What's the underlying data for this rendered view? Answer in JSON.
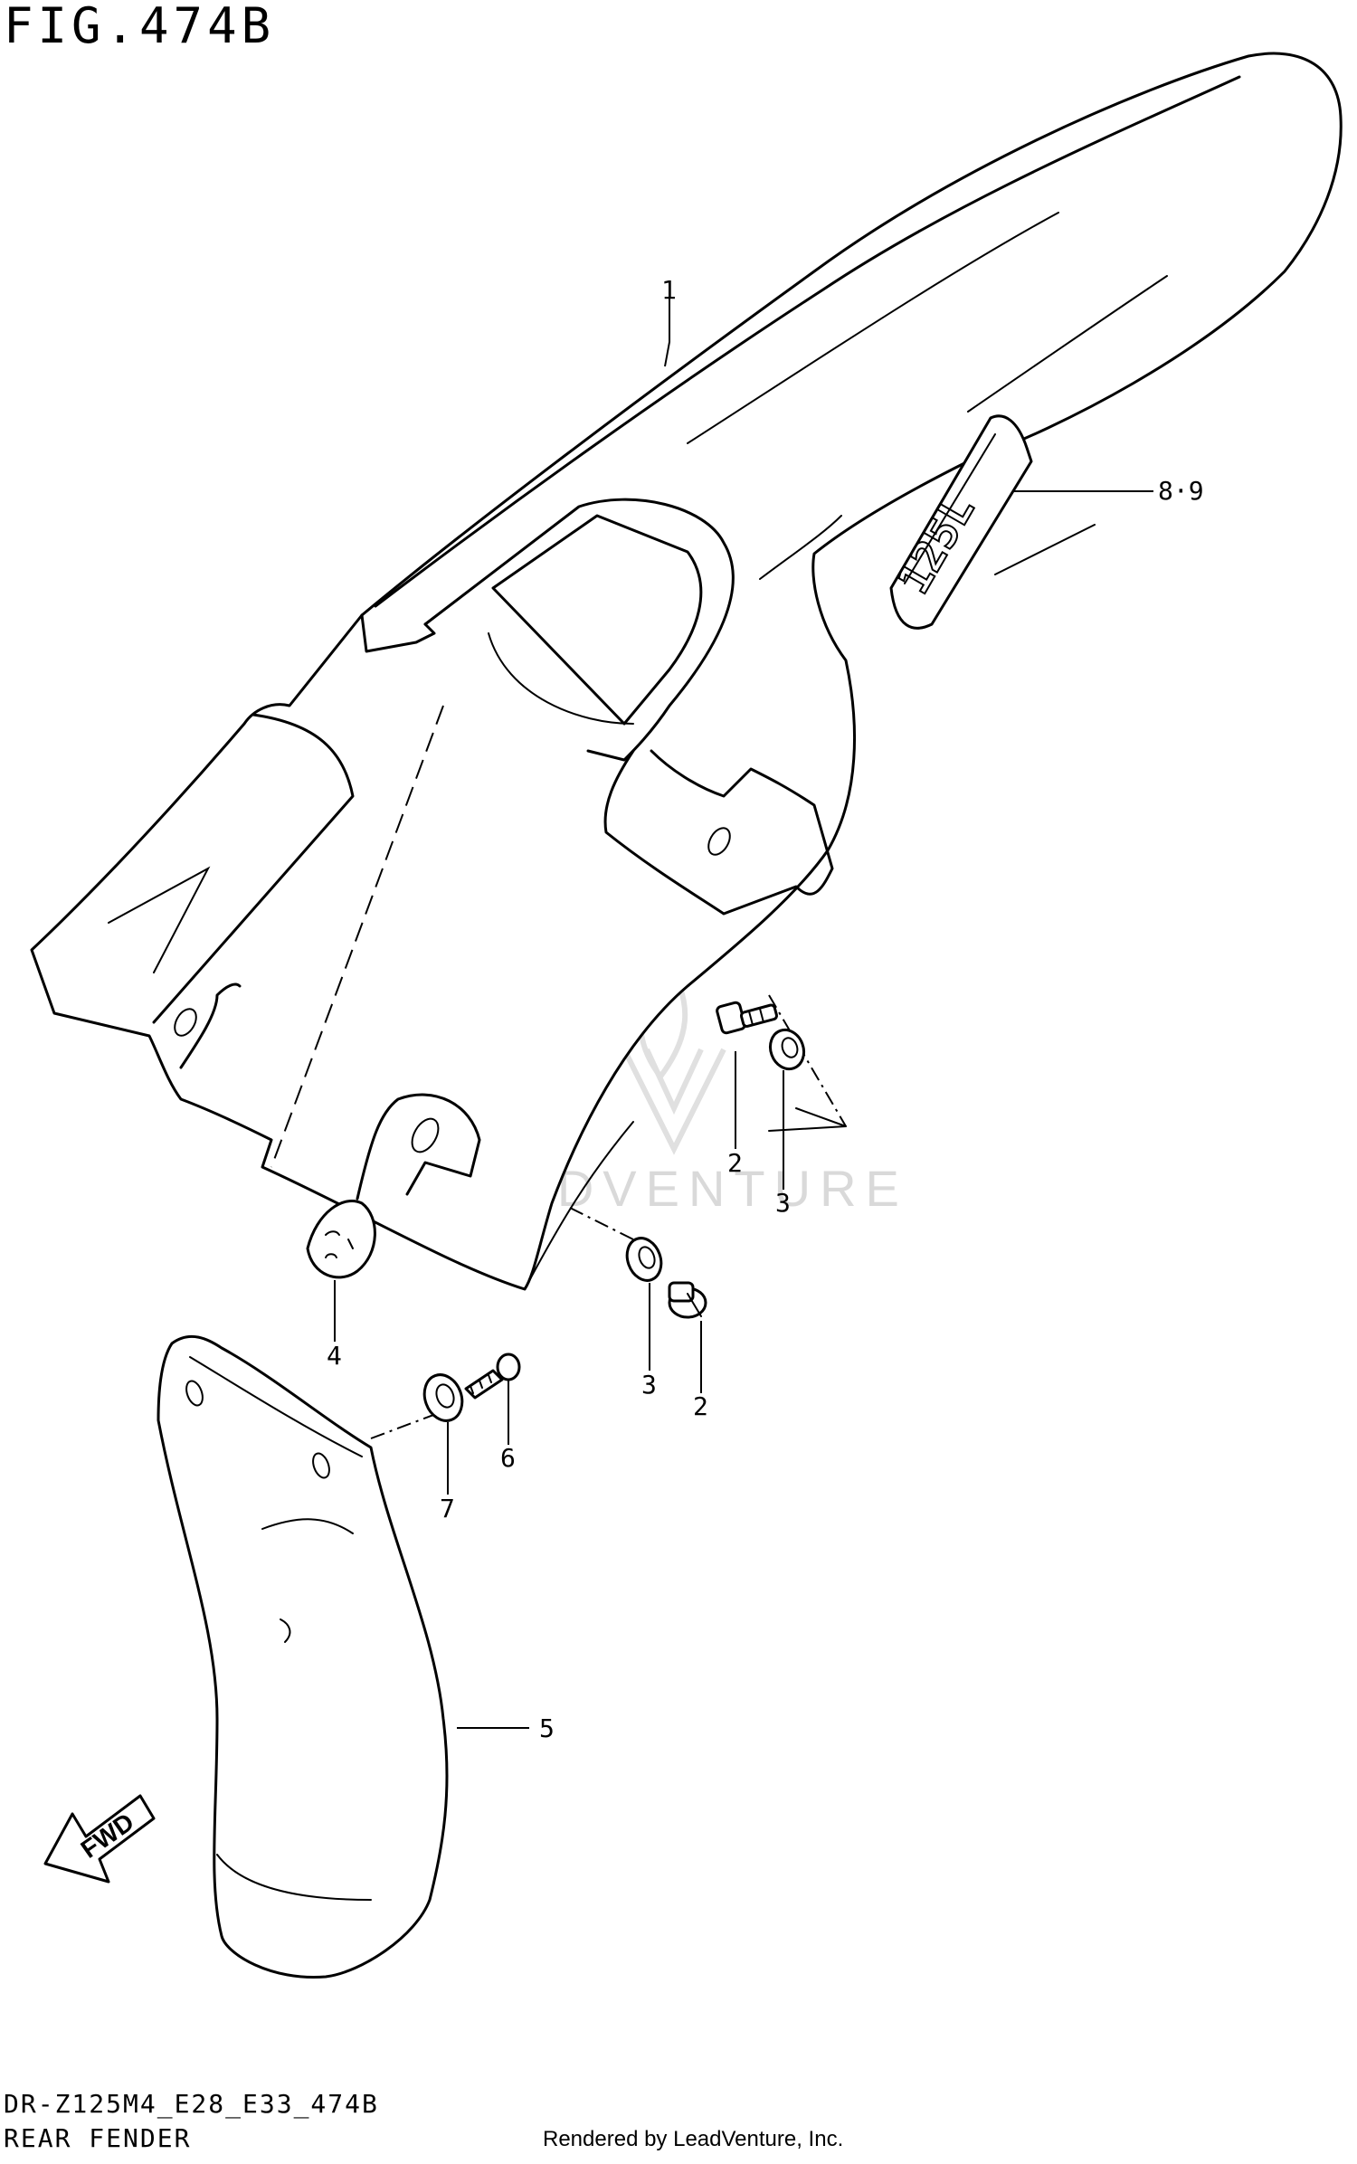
{
  "figure": {
    "title": "FIG.474B",
    "model_code": "DR-Z125M4_E28_E33_474B",
    "section_name": "REAR FENDER",
    "credit": "Rendered by LeadVenture, Inc.",
    "watermark": "LEADVENTURE",
    "fwd_label": "FWD",
    "decal_text": "125L"
  },
  "callouts": [
    {
      "id": "c1",
      "label": "1"
    },
    {
      "id": "c89",
      "label": "8·9"
    },
    {
      "id": "c2a",
      "label": "2"
    },
    {
      "id": "c3a",
      "label": "3"
    },
    {
      "id": "c4",
      "label": "4"
    },
    {
      "id": "c3b",
      "label": "3"
    },
    {
      "id": "c2b",
      "label": "2"
    },
    {
      "id": "c6",
      "label": "6"
    },
    {
      "id": "c7",
      "label": "7"
    },
    {
      "id": "c5",
      "label": "5"
    }
  ]
}
